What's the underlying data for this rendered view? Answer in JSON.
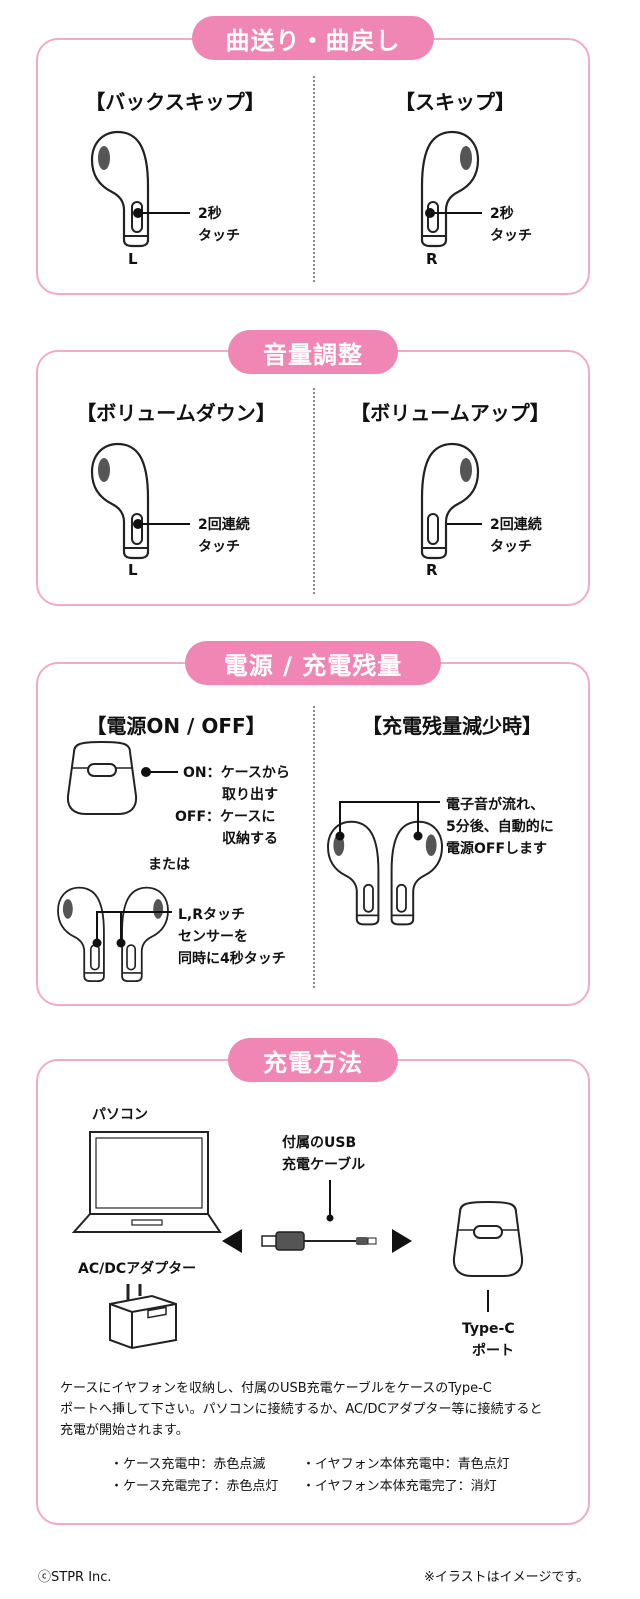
{
  "skip": {
    "title": "曲送り・曲戻し",
    "left_title": "【バックスキップ】",
    "right_title": "【スキップ】",
    "left_note": [
      "2秒",
      "タッチ"
    ],
    "right_note": [
      "2秒",
      "タッチ"
    ],
    "left_side": "L",
    "right_side": "R"
  },
  "volume": {
    "title": "音量調整",
    "left_title": "【ボリュームダウン】",
    "right_title": "【ボリュームアップ】",
    "left_note": [
      "2回連続",
      "タッチ"
    ],
    "right_note": [
      "2回連続",
      "タッチ"
    ],
    "left_side": "L",
    "right_side": "R"
  },
  "power": {
    "title": "電源 / 充電残量",
    "left_title": "【電源ON / OFF】",
    "right_title": "【充電残量減少時】",
    "on_label": "ON：ケースから",
    "on_label2": "取り出す",
    "off_label": "OFF：ケースに",
    "off_label2": "収納する",
    "or_text": "または",
    "touch_note": [
      "L,Rタッチ",
      "センサーを",
      "同時に4秒タッチ"
    ],
    "low_note": [
      "電子音が流れ、",
      "5分後、自動的に",
      "電源OFFします"
    ]
  },
  "charge": {
    "title": "充電方法",
    "pc_label": "パソコン",
    "cable_label": [
      "付属のUSB",
      "充電ケーブル"
    ],
    "adapter_label": "AC/DCアダプター",
    "port_label": [
      "Type-C",
      "ポート"
    ],
    "description": [
      "ケースにイヤフォンを収納し、付属のUSB充電ケーブルをケースのType-C",
      "ポートへ挿して下さい。パソコンに接続するか、AC/DCアダプター等に接続すると",
      "充電が開始されます。"
    ],
    "status": [
      "・ケース充電中：赤色点滅",
      "・イヤフォン本体充電中：青色点灯",
      "・ケース充電完了：赤色点灯",
      "・イヤフォン本体充電完了：消灯"
    ]
  },
  "footer": {
    "copyright": "ⓒSTPR Inc.",
    "note": "※イラストはイメージです。"
  }
}
